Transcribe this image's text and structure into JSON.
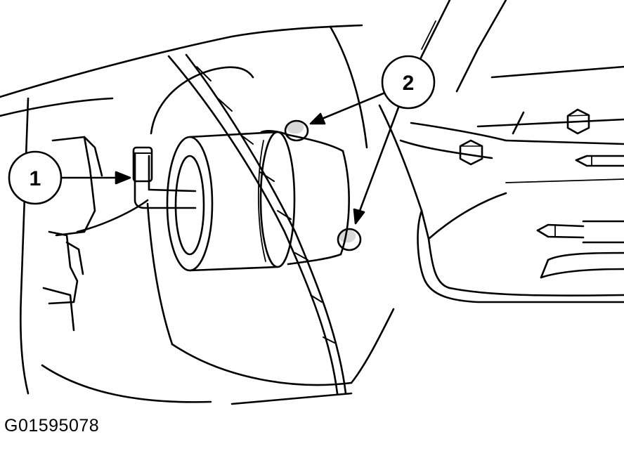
{
  "diagram": {
    "callouts": [
      {
        "id": "1",
        "label": "1"
      },
      {
        "id": "2",
        "label": "2"
      }
    ],
    "figure_code": "G01595078",
    "colors": {
      "line": "#000000",
      "background": "#ffffff"
    }
  }
}
